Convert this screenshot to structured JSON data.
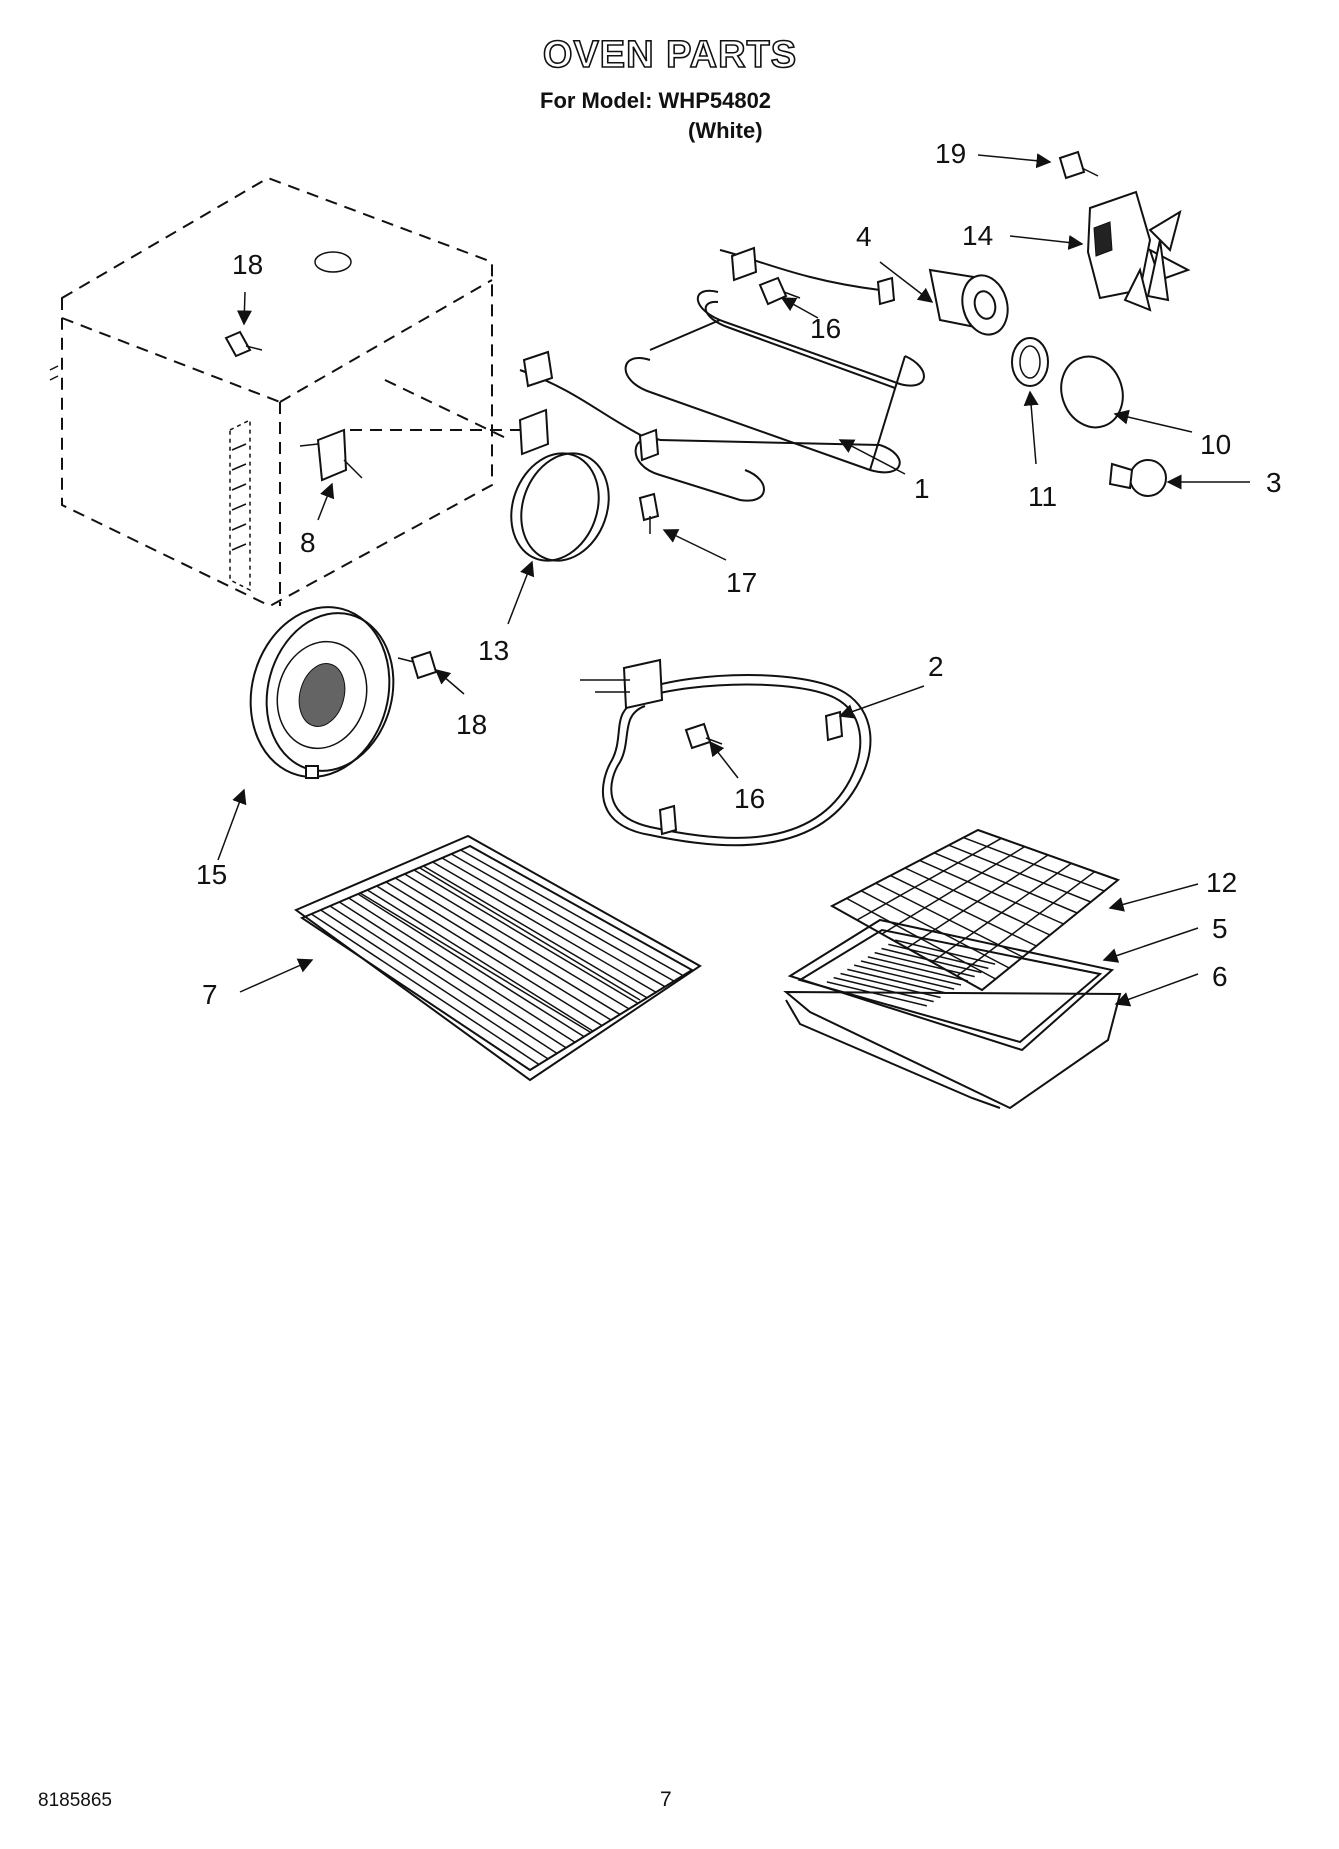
{
  "header": {
    "title": "OVEN PARTS",
    "model_line": "For Model: WHP54802",
    "color_line": "(White)"
  },
  "callouts": {
    "c1": "1",
    "c2": "2",
    "c3": "3",
    "c4": "4",
    "c5": "5",
    "c6": "6",
    "c7": "7",
    "c8": "8",
    "c10": "10",
    "c11": "11",
    "c12": "12",
    "c13": "13",
    "c14": "14",
    "c15": "15",
    "c16a": "16",
    "c16b": "16",
    "c17": "17",
    "c18a": "18",
    "c18b": "18",
    "c19": "19"
  },
  "footer": {
    "doc_number": "8185865",
    "page": "7"
  }
}
